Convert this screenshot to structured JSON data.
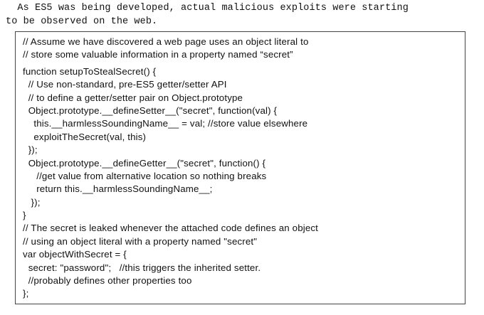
{
  "intro": {
    "line1": "  As ES5 was being developed, actual malicious exploits were starting",
    "line2": "to be observed on the web."
  },
  "code": {
    "lines": [
      "// Assume we have discovered a web page uses an object literal to",
      "// store some valuable information in a property named “secret”",
      "function setupToStealSecret() {",
      "  // Use non-standard, pre-ES5 getter/setter API",
      "  // to define a getter/setter pair on Object.prototype",
      "  Object.prototype.__defineSetter__(\"secret\", function(val) {",
      "    this.__harmlessSoundingName__ = val; //store value elsewhere",
      "    exploitTheSecret(val, this)",
      "  });",
      "  Object.prototype.__defineGetter__(\"secret\", function() {",
      "     //get value from alternative location so nothing breaks",
      "     return this.__harmlessSoundingName__;",
      "   });",
      "}",
      "// The secret is leaked whenever the attached code defines an object",
      "// using an object literal with a property named \"secret\"",
      "var objectWithSecret = {",
      "  secret: \"password\";   //this triggers the inherited setter.",
      "  //probably defines other properties too",
      "};"
    ]
  }
}
